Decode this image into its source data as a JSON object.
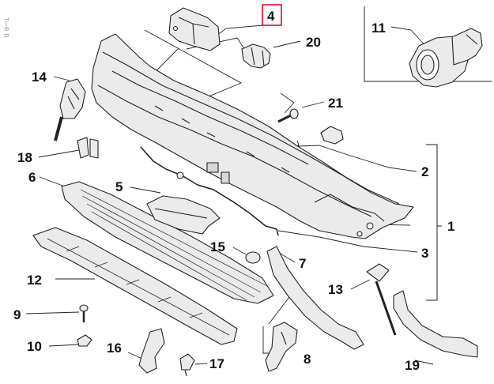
{
  "diagram": {
    "side_mark": "ꓤ ⊚ꟷꞱ",
    "highlight_color": "#d0021b",
    "line_color": "#222222",
    "part_fill": "#ebebeb",
    "callouts": [
      {
        "id": "4",
        "text": "4",
        "highlighted": true
      },
      {
        "id": "20",
        "text": "20"
      },
      {
        "id": "11",
        "text": "11"
      },
      {
        "id": "14",
        "text": "14"
      },
      {
        "id": "21",
        "text": "21"
      },
      {
        "id": "18",
        "text": "18"
      },
      {
        "id": "6",
        "text": "6"
      },
      {
        "id": "2",
        "text": "2"
      },
      {
        "id": "5",
        "text": "5"
      },
      {
        "id": "1",
        "text": "1"
      },
      {
        "id": "15",
        "text": "15"
      },
      {
        "id": "3",
        "text": "3"
      },
      {
        "id": "7",
        "text": "7"
      },
      {
        "id": "12",
        "text": "12"
      },
      {
        "id": "13",
        "text": "13"
      },
      {
        "id": "9",
        "text": "9"
      },
      {
        "id": "10",
        "text": "10"
      },
      {
        "id": "16",
        "text": "16"
      },
      {
        "id": "8",
        "text": "8"
      },
      {
        "id": "17",
        "text": "17"
      },
      {
        "id": "19",
        "text": "19"
      }
    ]
  }
}
